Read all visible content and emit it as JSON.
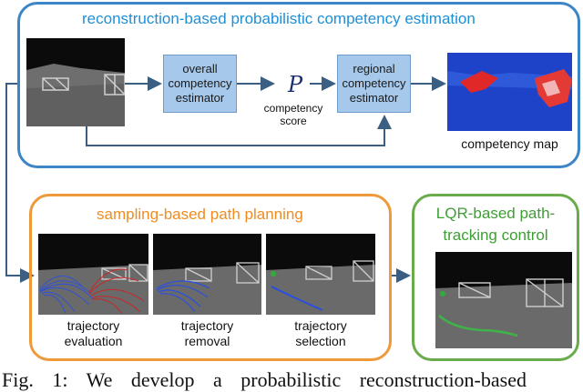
{
  "top_panel": {
    "title": "reconstruction-based probabilistic competency estimation",
    "overall_estimator": [
      "overall",
      "competency",
      "estimator"
    ],
    "score_symbol": "P",
    "score_label": [
      "competency",
      "score"
    ],
    "regional_estimator": [
      "regional",
      "competency",
      "estimator"
    ],
    "map_label": "competency map"
  },
  "planning_panel": {
    "title": "sampling-based path planning",
    "steps": [
      {
        "line1": "trajectory",
        "line2": "evaluation"
      },
      {
        "line1": "trajectory",
        "line2": "removal"
      },
      {
        "line1": "trajectory",
        "line2": "selection"
      }
    ]
  },
  "control_panel": {
    "title_line1": "LQR-based path-",
    "title_line2": "tracking control"
  },
  "caption": "Fig.  1:  We  develop  a  probabilistic  reconstruction-based",
  "colors": {
    "blue_panel": "#3c85c6",
    "orange_panel": "#ef9a3a",
    "green_panel": "#6aab4b",
    "estimator_box": "#a6c8ea"
  }
}
